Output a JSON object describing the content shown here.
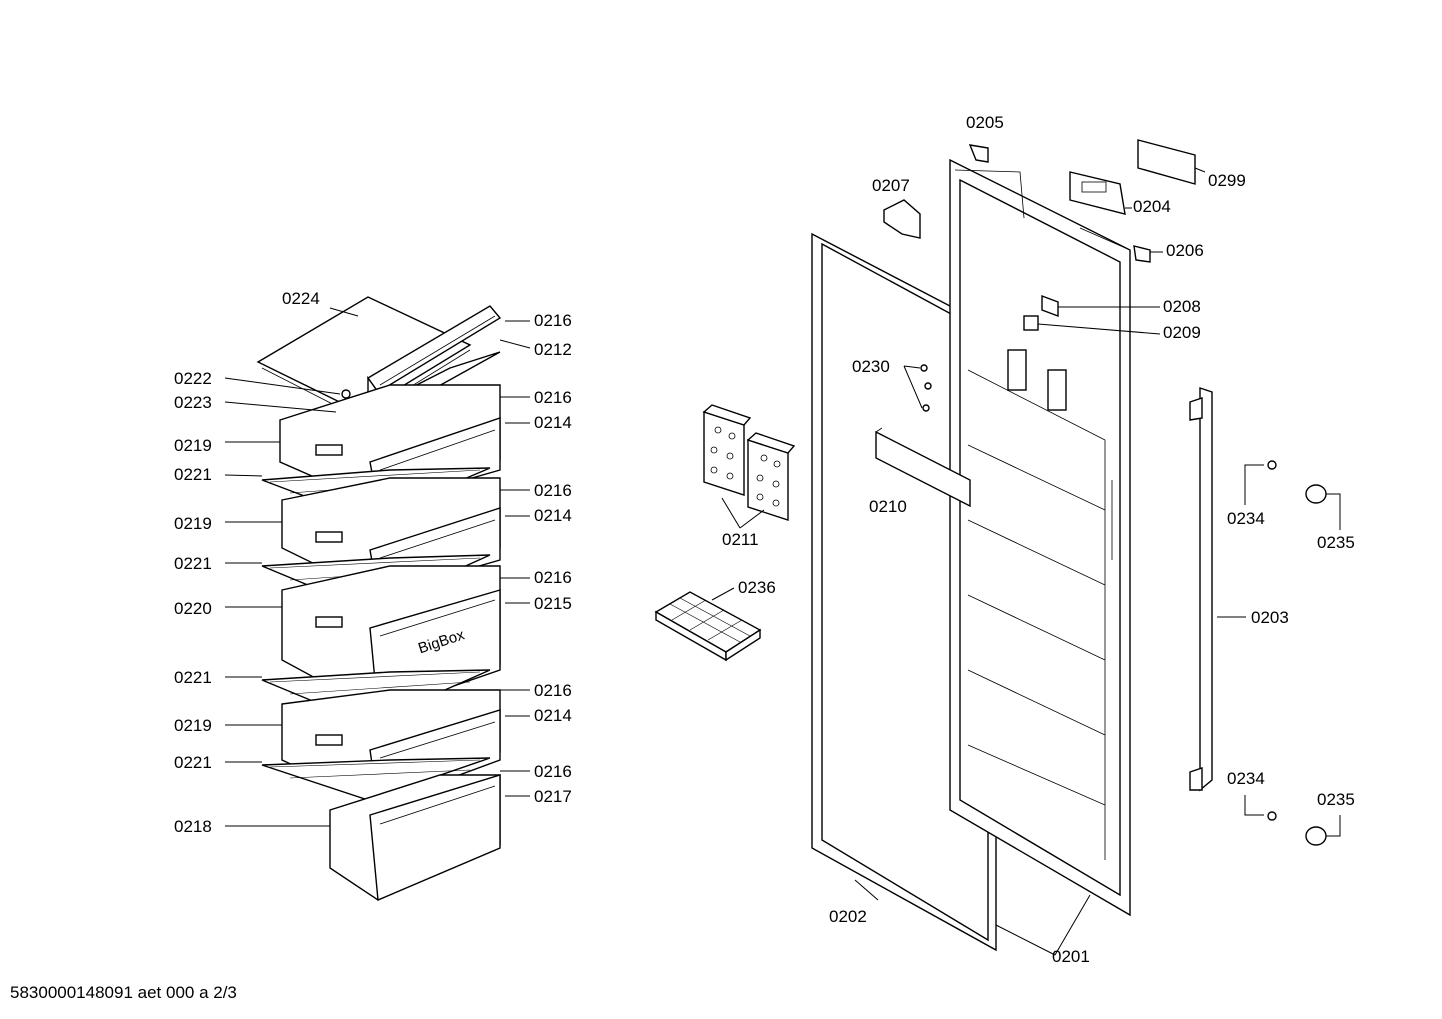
{
  "diagram": {
    "footer": "5830000148091 aet 000 a 2/3",
    "bigbox_text": "BigBox",
    "labels": {
      "l0224": "0224",
      "l0216a": "0216",
      "l0212": "0212",
      "l0222": "0222",
      "l0223": "0223",
      "l0216b": "0216",
      "l0214a": "0214",
      "l0219a": "0219",
      "l0221a": "0221",
      "l0216c": "0216",
      "l0214b": "0214",
      "l0219b": "0219",
      "l0221b": "0221",
      "l0216d": "0216",
      "l0215": "0215",
      "l0220": "0220",
      "l0221c": "0221",
      "l0216e": "0216",
      "l0214c": "0214",
      "l0219c": "0219",
      "l0221d": "0221",
      "l0216f": "0216",
      "l0217": "0217",
      "l0218": "0218",
      "l0205": "0205",
      "l0207": "0207",
      "l0299": "0299",
      "l0204": "0204",
      "l0206": "0206",
      "l0208": "0208",
      "l0209": "0209",
      "l0230": "0230",
      "l0210": "0210",
      "l0211": "0211",
      "l0236": "0236",
      "l0234a": "0234",
      "l0235a": "0235",
      "l0203": "0203",
      "l0234b": "0234",
      "l0235b": "0235",
      "l0202": "0202",
      "l0201": "0201"
    }
  }
}
